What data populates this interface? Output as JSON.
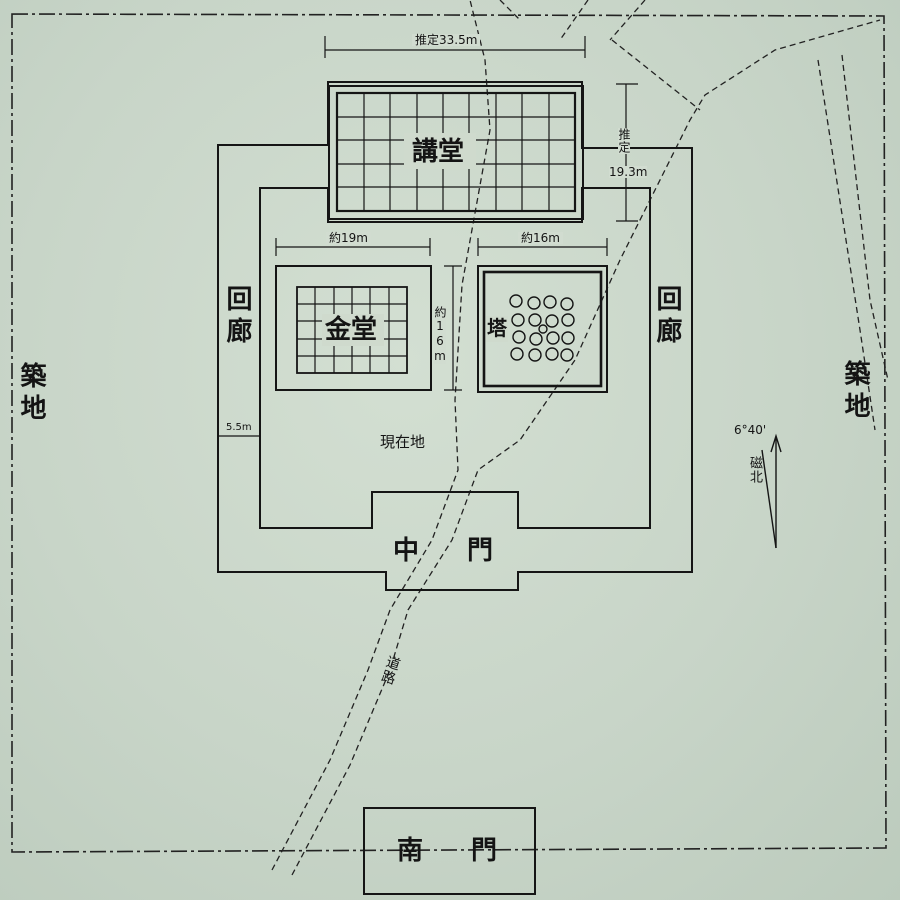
{
  "plan": {
    "buildings": {
      "kodo": "講堂",
      "kondo": "金堂",
      "to": "塔",
      "chumon": "中門",
      "nandaimon": "南門"
    },
    "corridor": {
      "left": "回廊",
      "right": "回廊"
    },
    "wall": {
      "left": "築地",
      "right": "築地"
    },
    "dimensions": {
      "kodo_width": "推定33.5m",
      "kodo_depth": "推定19.3m",
      "kondo_width": "約19m",
      "to_width": "約16m",
      "kondo_depth": "約16m",
      "corridor_width": "5.5m"
    },
    "current_location": "現在地",
    "road": "道路",
    "magnetic_north": {
      "angle": "6°40'",
      "label": "磁北"
    }
  }
}
